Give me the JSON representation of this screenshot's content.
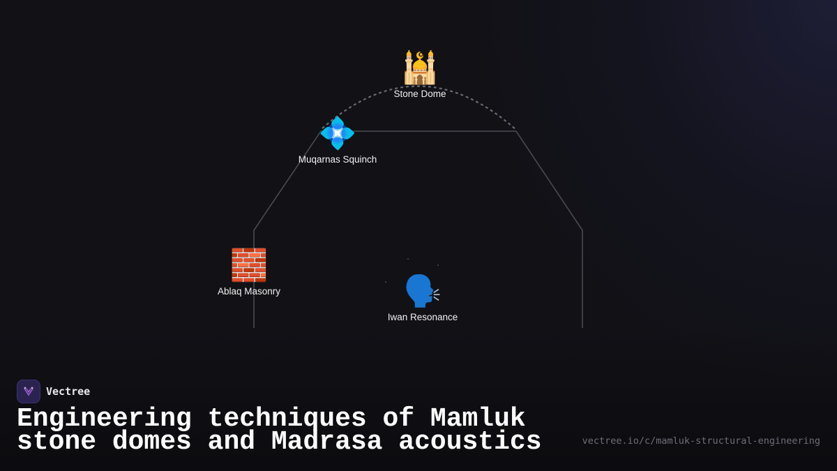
{
  "diagram": {
    "nodes": [
      {
        "id": "stone-dome",
        "icon": "mosque-icon",
        "emoji": "🕌",
        "label": "Stone Dome"
      },
      {
        "id": "muqarnas-squinch",
        "icon": "diamond-icon",
        "emoji": "💠",
        "label": "Muqarnas Squinch"
      },
      {
        "id": "ablaq-masonry",
        "icon": "brick-icon",
        "emoji": "🧱",
        "label": "Ablaq Masonry"
      },
      {
        "id": "iwan-resonance",
        "icon": "speaking-head-icon",
        "emoji": "🗣️",
        "label": "Iwan Resonance"
      }
    ],
    "line_color": "#4a4a50",
    "dome_color": "#6a6a70"
  },
  "brand": {
    "name": "Vectree",
    "accent": "#9b59d0"
  },
  "title": {
    "line1": "Engineering techniques of Mamluk",
    "line2": "stone domes and Madrasa acoustics"
  },
  "url": "vectree.io/c/mamluk-structural-engineering"
}
